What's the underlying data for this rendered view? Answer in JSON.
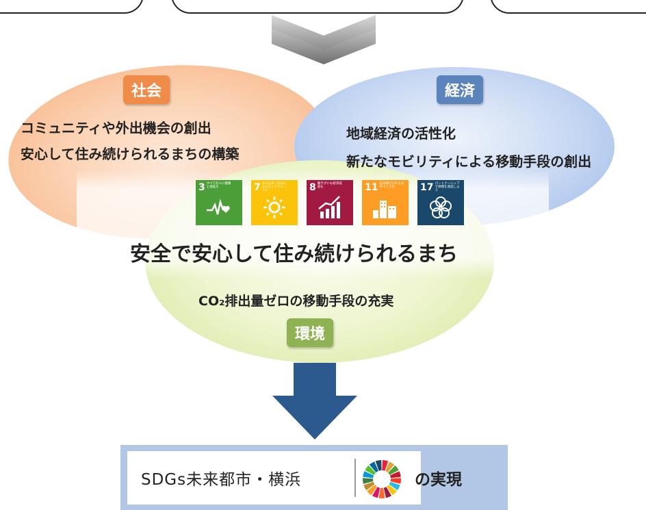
{
  "social": {
    "tag": "社会",
    "lines": [
      "コミュニティや外出機会の創出",
      "安心して住み続けられるまちの構築"
    ]
  },
  "economy": {
    "tag": "経済",
    "lines": [
      "地域経済の活性化",
      "新たなモビリティによる移動手段の創出"
    ]
  },
  "environment": {
    "tag": "環境",
    "line": "CO₂排出量ゼロの移動手段の充実"
  },
  "vision": "安全で安心して住み続けられるまち",
  "sdg_goals": [
    {
      "number": "3",
      "text": "すべての人に健康と福祉を",
      "color": "#4c9f38",
      "icon": "heartbeat-icon"
    },
    {
      "number": "7",
      "text": "エネルギーをみんなにそしてクリーンに",
      "color": "#fcc30b",
      "icon": "sun-icon"
    },
    {
      "number": "8",
      "text": "働きがいも経済成長も",
      "color": "#a21942",
      "icon": "growth-chart-icon"
    },
    {
      "number": "11",
      "text": "住み続けられるまちづくりを",
      "color": "#fd9d24",
      "icon": "city-buildings-icon"
    },
    {
      "number": "17",
      "text": "パートナーシップで目標を達成しよう",
      "color": "#19486a",
      "icon": "flower-rings-icon"
    }
  ],
  "result": {
    "brand": "SDGs未来都市・横浜",
    "suffix": "の実現",
    "logo": "sdgs-color-wheel-icon"
  },
  "colors": {
    "social_tag": "#f08c4a",
    "economy_tag": "#5b84bd",
    "environment_tag": "#8fb253",
    "arrow": "#2d5a8e",
    "result_frame": "#b2c7e6"
  }
}
